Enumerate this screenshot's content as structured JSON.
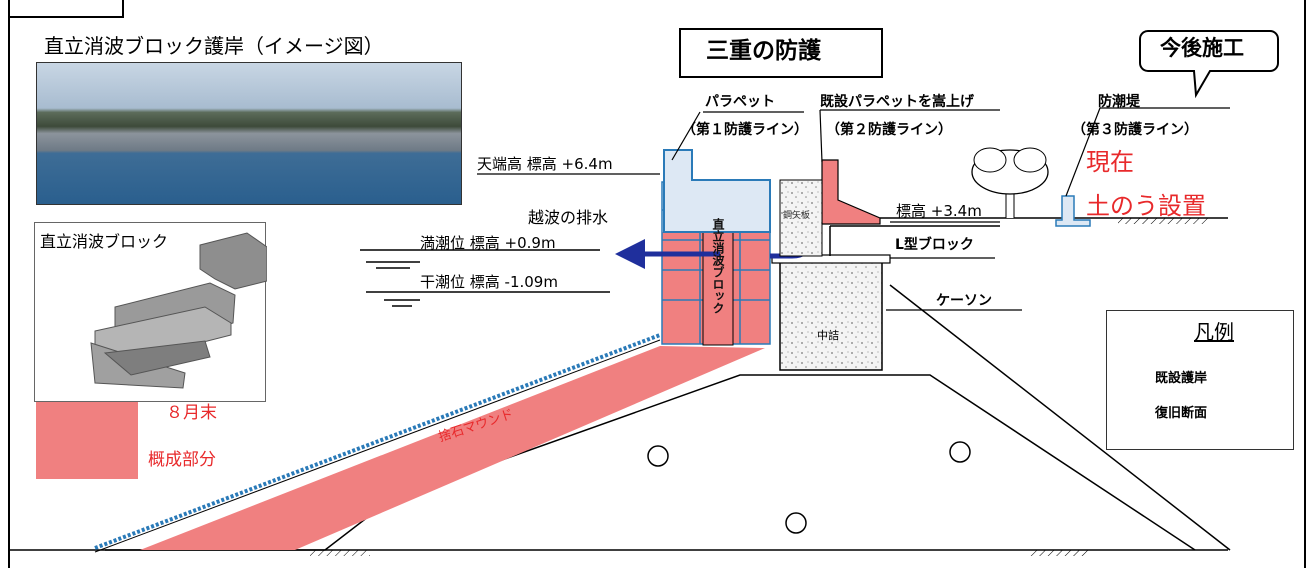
{
  "photo_caption": "直立消波ブロック護岸（イメージ図）",
  "title": "三重の防護",
  "future_works": "今後施工",
  "lines": {
    "line1_name": "パラペット",
    "line1_sub": "（第１防護ライン）",
    "line2_name": "既設パラペットを嵩上げ",
    "line2_sub": "（第２防護ライン）",
    "line3_name": "防潮堤",
    "line3_sub": "（第３防護ライン）"
  },
  "status_current": "現在",
  "status_sandbags": "土のう設置",
  "elev_crown": "天端高 標高 +6.4m",
  "elev_ground": "標高 +3.4m",
  "wave_drainage": "越波の排水",
  "high_tide": "満潮位 標高 +0.9m",
  "low_tide": "干潮位 標高 -1.09m",
  "block_inset_label": "直立消波ブロック",
  "l_block": "L型ブロック",
  "caisson": "ケーソン",
  "block_vertical": "直立消波ブロック",
  "fill_label": "中詰",
  "vertical_mat_label": "鋼矢板",
  "rubble_mound": "捨石マウンド",
  "progress": {
    "line1": "８月末",
    "line2": "概成部分"
  },
  "legend": {
    "title": "凡例",
    "items": [
      {
        "label": "既設護岸",
        "color": "#000000"
      },
      {
        "label": "復旧断面",
        "color": "#2a7ab8"
      }
    ]
  },
  "colors": {
    "progress_fill": "#f08080",
    "restored_blue": "#2a7ab8",
    "arrow_blue": "#1f2f9c",
    "accent_red": "#e8292b"
  }
}
